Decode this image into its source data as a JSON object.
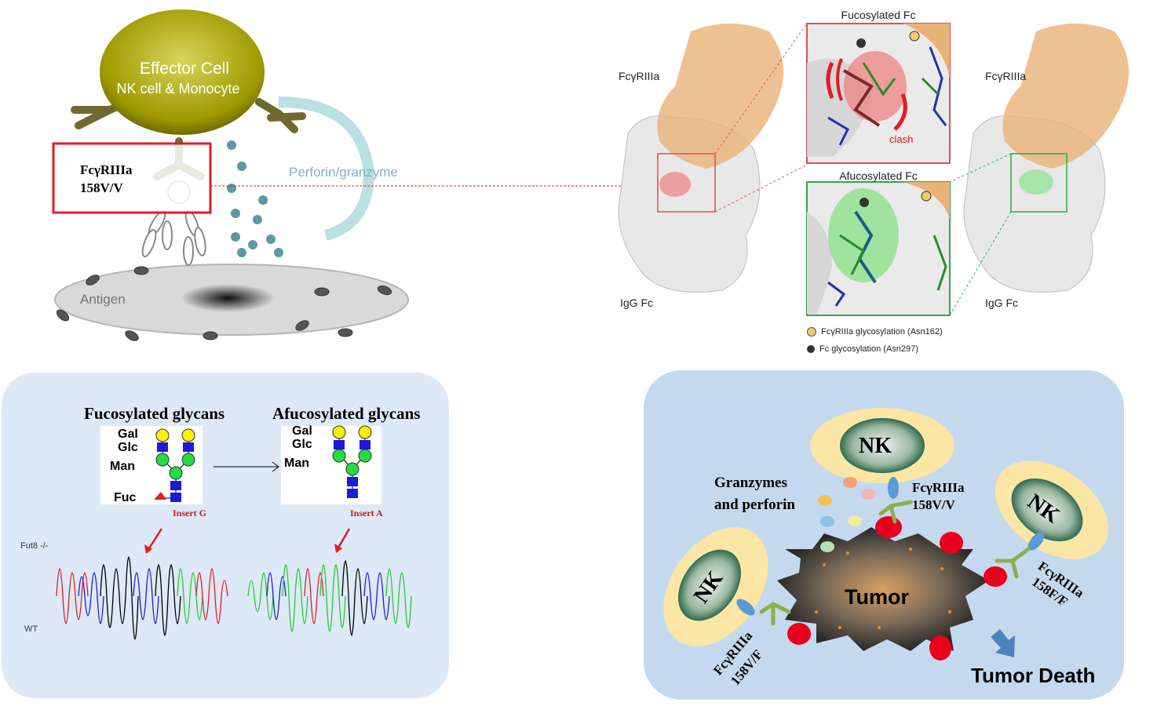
{
  "effector": {
    "title": "Effector Cell",
    "subtitle": "NK cell & Monocyte",
    "receptor_line1": "FcγRIIIa",
    "receptor_line2": "158V/V",
    "secreted": "Perforin/granzyme",
    "target": "Antigen",
    "colors": {
      "cell": "#a8a400",
      "box": "#e31b23",
      "target": "#d9d9d9"
    }
  },
  "structure": {
    "top_inset_title": "Fucosylated Fc",
    "bottom_inset_title": "Afucosylated Fc",
    "clash_label": "clash",
    "receptor_label_left": "FcγRIIIa",
    "receptor_label_right": "FcγRIIIa",
    "fc_label_left": "IgG Fc",
    "fc_label_right": "IgG Fc",
    "legend": [
      {
        "icon": "yellow-dot-icon",
        "color": "#f5c76e",
        "label": "FcγRIIIa glycosylation (Asn162)"
      },
      {
        "icon": "black-dot-icon",
        "color": "#333333",
        "label": "Fc glycosylation (Asn297)"
      }
    ],
    "colors": {
      "fucosylated_box": "#e05050",
      "afucosylated_box": "#2ea84a",
      "receptor": "#e9b277"
    }
  },
  "glycans": {
    "fucosylated_title": "Fucosylated glycans",
    "afucosylated_title": "Afucosylated glycans",
    "left_labels": [
      "Gal",
      "Glc",
      "Man",
      "Fuc"
    ],
    "right_labels": [
      "Gal",
      "Glc",
      "Man"
    ],
    "insert_left": "Insert G",
    "insert_right": "Insert A",
    "trace_top_label": "Fut8 -/-",
    "trace_bottom_label": "WT"
  },
  "tumor": {
    "nk_label": "NK",
    "granzymes_line1": "Granzymes",
    "granzymes_line2": "and perforin",
    "receptor_top": [
      "FcγRIIIa",
      "158V/V"
    ],
    "receptor_right": [
      "FcγRIIIa",
      "158F/F"
    ],
    "receptor_left": [
      "FcγRIIIa",
      "158V/F"
    ],
    "tumor_label": "Tumor",
    "outcome": "Tumor Death"
  }
}
